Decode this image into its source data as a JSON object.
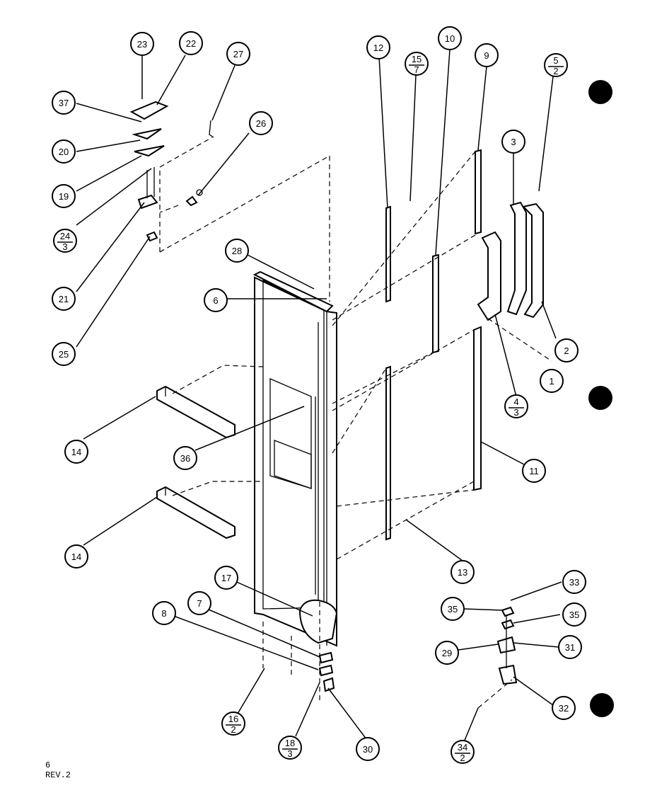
{
  "diagram": {
    "page_number": "6",
    "revision": "REV.2",
    "callouts": [
      {
        "id": "c23",
        "label": "23"
      },
      {
        "id": "c22",
        "label": "22"
      },
      {
        "id": "c27",
        "label": "27"
      },
      {
        "id": "c37",
        "label": "37"
      },
      {
        "id": "c26",
        "label": "26"
      },
      {
        "id": "c20",
        "label": "20"
      },
      {
        "id": "c19",
        "label": "19"
      },
      {
        "id": "c24",
        "label": "24",
        "sub": "3"
      },
      {
        "id": "c21",
        "label": "21"
      },
      {
        "id": "c25",
        "label": "25"
      },
      {
        "id": "c28",
        "label": "28"
      },
      {
        "id": "c6",
        "label": "6"
      },
      {
        "id": "c12",
        "label": "12"
      },
      {
        "id": "c15",
        "label": "15",
        "sub": "7"
      },
      {
        "id": "c10",
        "label": "10"
      },
      {
        "id": "c9",
        "label": "9"
      },
      {
        "id": "c5",
        "label": "5",
        "sub": "2"
      },
      {
        "id": "c3",
        "label": "3"
      },
      {
        "id": "c2",
        "label": "2"
      },
      {
        "id": "c1",
        "label": "1"
      },
      {
        "id": "c4",
        "label": "4",
        "sub": "3"
      },
      {
        "id": "c11",
        "label": "11"
      },
      {
        "id": "c14a",
        "label": "14"
      },
      {
        "id": "c14b",
        "label": "14"
      },
      {
        "id": "c36",
        "label": "36"
      },
      {
        "id": "c13",
        "label": "13"
      },
      {
        "id": "c17",
        "label": "17"
      },
      {
        "id": "c7",
        "label": "7"
      },
      {
        "id": "c8",
        "label": "8"
      },
      {
        "id": "c16",
        "label": "16",
        "sub": "2"
      },
      {
        "id": "c18",
        "label": "18",
        "sub": "3"
      },
      {
        "id": "c30",
        "label": "30"
      },
      {
        "id": "c33",
        "label": "33"
      },
      {
        "id": "c35a",
        "label": "35"
      },
      {
        "id": "c35b",
        "label": "35"
      },
      {
        "id": "c29",
        "label": "29"
      },
      {
        "id": "c31",
        "label": "31"
      },
      {
        "id": "c32",
        "label": "32"
      },
      {
        "id": "c34",
        "label": "34",
        "sub": "2"
      }
    ]
  }
}
